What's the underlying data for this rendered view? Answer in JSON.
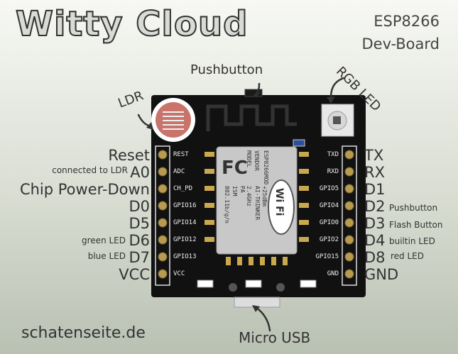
{
  "title": "Witty Cloud",
  "subtitle": [
    "ESP8266",
    "Dev-Board"
  ],
  "callouts": {
    "pushbutton": "Pushbutton",
    "rgb_led": "RGB LED",
    "ldr": "LDR",
    "micro_usb": "Micro USB"
  },
  "left_pins": [
    {
      "label": "Reset",
      "pcb": "REST",
      "note": ""
    },
    {
      "label": "A0",
      "pcb": "ADC",
      "note": "connected to LDR"
    },
    {
      "label": "Chip Power-Down",
      "pcb": "CH_PD",
      "note": ""
    },
    {
      "label": "D0",
      "pcb": "GPIO16",
      "note": ""
    },
    {
      "label": "D5",
      "pcb": "GPIO14",
      "note": ""
    },
    {
      "label": "D6",
      "pcb": "GPIO12",
      "note": "green LED"
    },
    {
      "label": "D7",
      "pcb": "GPIO13",
      "note": "blue LED"
    },
    {
      "label": "VCC",
      "pcb": "VCC",
      "note": ""
    }
  ],
  "right_pins": [
    {
      "label": "TX",
      "pcb": "TXD",
      "note": ""
    },
    {
      "label": "RX",
      "pcb": "RXD",
      "note": ""
    },
    {
      "label": "D1",
      "pcb": "GPIO5",
      "note": ""
    },
    {
      "label": "D2",
      "pcb": "GPIO4",
      "note": "Pushbutton"
    },
    {
      "label": "D3",
      "pcb": "GPIO0",
      "note": "Flash Button"
    },
    {
      "label": "D4",
      "pcb": "GPIO2",
      "note": "builtin LED"
    },
    {
      "label": "D8",
      "pcb": "GPIO15",
      "note": "red LED"
    },
    {
      "label": "GND",
      "pcb": "GND",
      "note": ""
    }
  ],
  "module": {
    "logo_fc": "FC",
    "text_lines": [
      "MODEL",
      "VENDOR",
      "ISM",
      "PA",
      "802.11b/g/n",
      "ESP8266MOD",
      "AI-THINKER",
      "2.4GHz",
      "+25dBm"
    ],
    "wifi": "Wi Fi"
  },
  "footer": "schatenseite.de"
}
